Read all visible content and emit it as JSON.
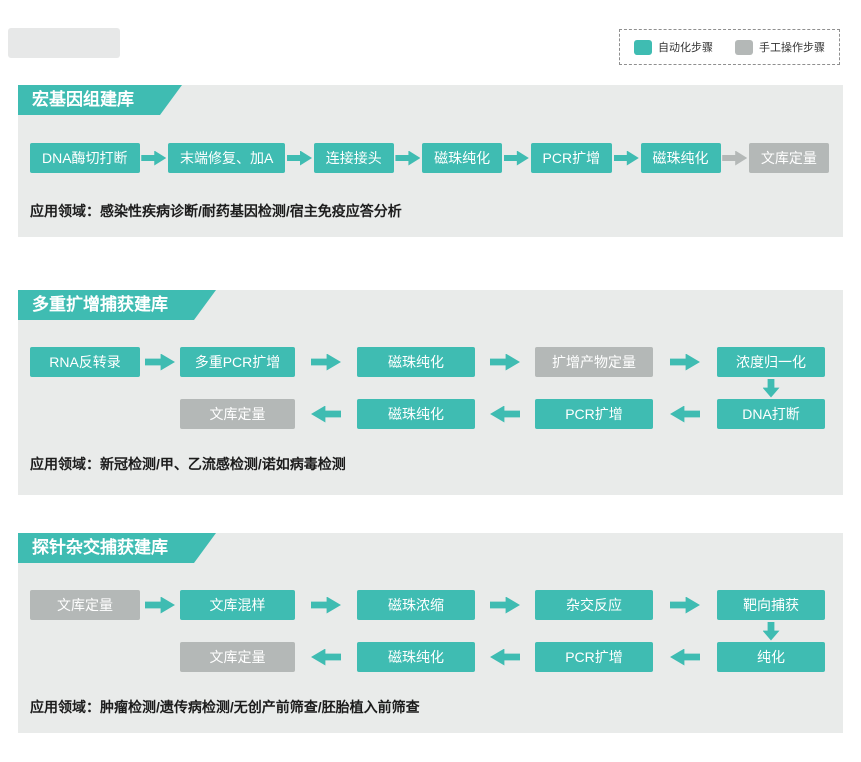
{
  "colors": {
    "auto_step": "#3fbcb2",
    "manual_step": "#b4b8b7",
    "panel_bg": "#e9ebea"
  },
  "legend": {
    "auto_label": "自动化步骤",
    "manual_label": "手工操作步骤"
  },
  "sections": [
    {
      "title": "宏基因组建库",
      "rows": [
        {
          "steps": [
            {
              "label": "DNA酶切打断",
              "type": "auto"
            },
            {
              "label": "末端修复、加A",
              "type": "auto"
            },
            {
              "label": "连接接头",
              "type": "auto"
            },
            {
              "label": "磁珠纯化",
              "type": "auto"
            },
            {
              "label": "PCR扩增",
              "type": "auto"
            },
            {
              "label": "磁珠纯化",
              "type": "auto"
            },
            {
              "label": "文库定量",
              "type": "manual"
            }
          ]
        }
      ],
      "application": "应用领域：感染性疾病诊断/耐药基因检测/宿主免疫应答分析"
    },
    {
      "title": "多重扩增捕获建库",
      "rows": [
        {
          "steps": [
            {
              "label": "RNA反转录",
              "type": "auto"
            },
            {
              "label": "多重PCR扩增",
              "type": "auto"
            },
            {
              "label": "磁珠纯化",
              "type": "auto"
            },
            {
              "label": "扩增产物定量",
              "type": "manual"
            },
            {
              "label": "浓度归一化",
              "type": "auto"
            }
          ]
        },
        {
          "steps": [
            {
              "label": "文库定量",
              "type": "manual"
            },
            {
              "label": "磁珠纯化",
              "type": "auto"
            },
            {
              "label": "PCR扩增",
              "type": "auto"
            },
            {
              "label": "DNA打断",
              "type": "auto"
            }
          ]
        }
      ],
      "application": "应用领域：新冠检测/甲、乙流感检测/诺如病毒检测"
    },
    {
      "title": "探针杂交捕获建库",
      "rows": [
        {
          "steps": [
            {
              "label": "文库定量",
              "type": "manual"
            },
            {
              "label": "文库混样",
              "type": "auto"
            },
            {
              "label": "磁珠浓缩",
              "type": "auto"
            },
            {
              "label": "杂交反应",
              "type": "auto"
            },
            {
              "label": "靶向捕获",
              "type": "auto"
            }
          ]
        },
        {
          "steps": [
            {
              "label": "文库定量",
              "type": "manual"
            },
            {
              "label": "磁珠纯化",
              "type": "auto"
            },
            {
              "label": "PCR扩增",
              "type": "auto"
            },
            {
              "label": "纯化",
              "type": "auto"
            }
          ]
        }
      ],
      "application": "应用领域：肿瘤检测/遗传病检测/无创产前筛查/胚胎植入前筛查"
    }
  ]
}
